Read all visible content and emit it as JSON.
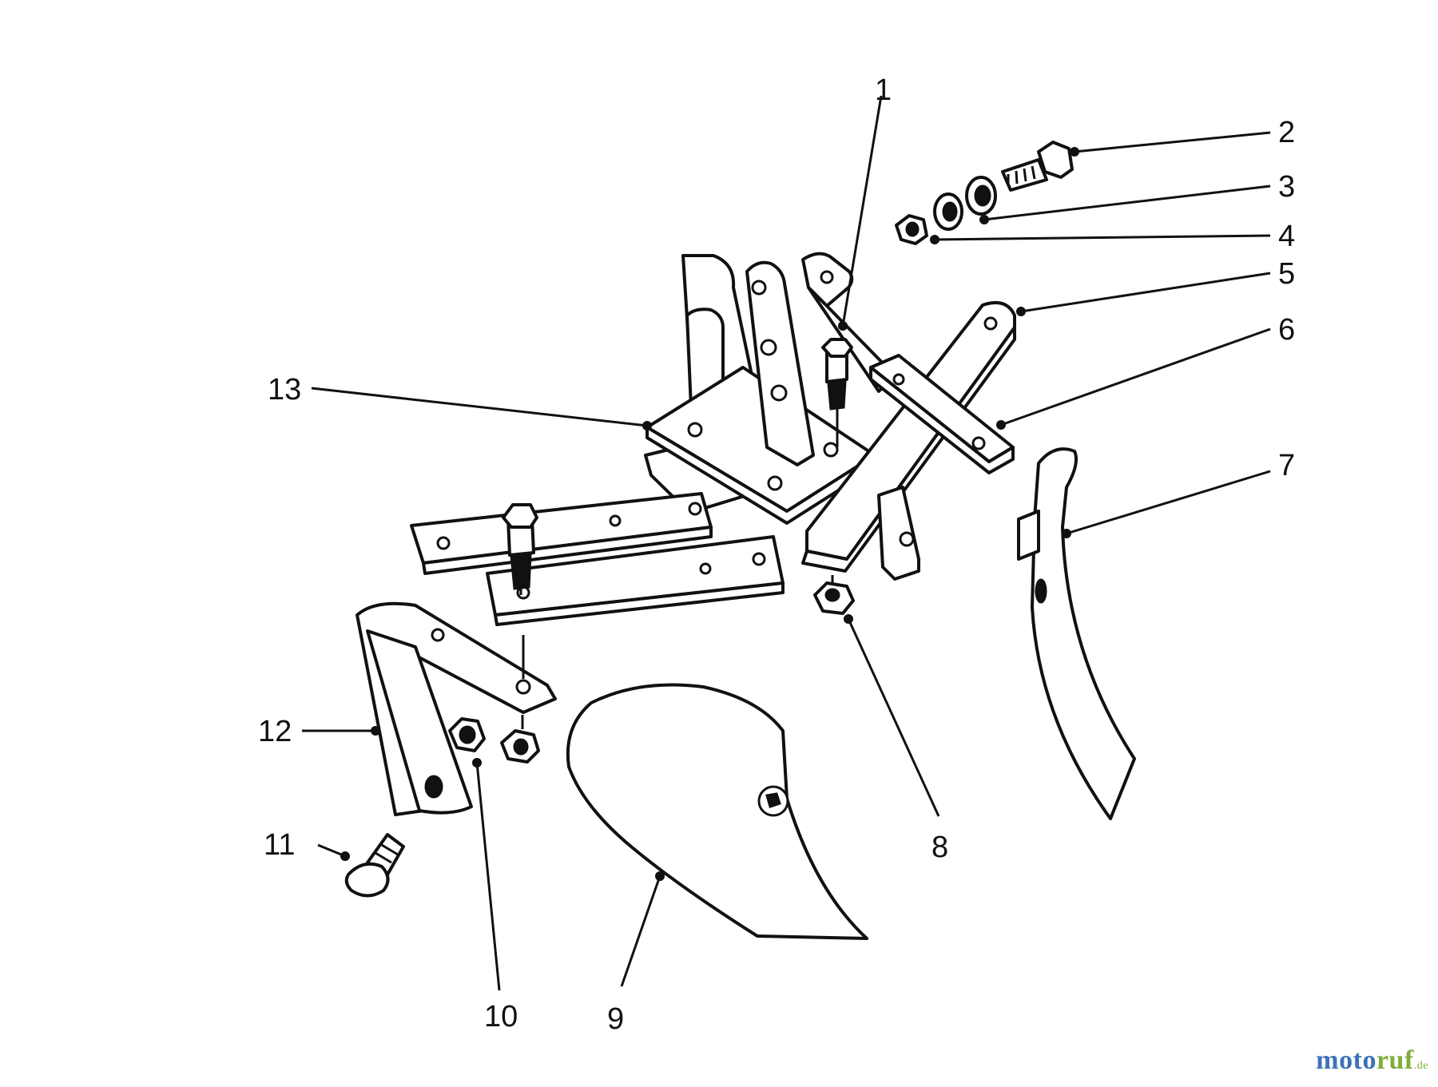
{
  "labels": {
    "l1": "1",
    "l2": "2",
    "l3": "3",
    "l4": "4",
    "l5": "5",
    "l6": "6",
    "l7": "7",
    "l8": "8",
    "l9": "9",
    "l10": "10",
    "l11": "11",
    "l12": "12",
    "l13": "13"
  },
  "watermark": {
    "part1": "moto",
    "part2": "ruf",
    "part3": ".de"
  },
  "colors": {
    "ink": "#111111",
    "watermark_blue": "#3d72b8",
    "watermark_green": "#7cae3a"
  }
}
